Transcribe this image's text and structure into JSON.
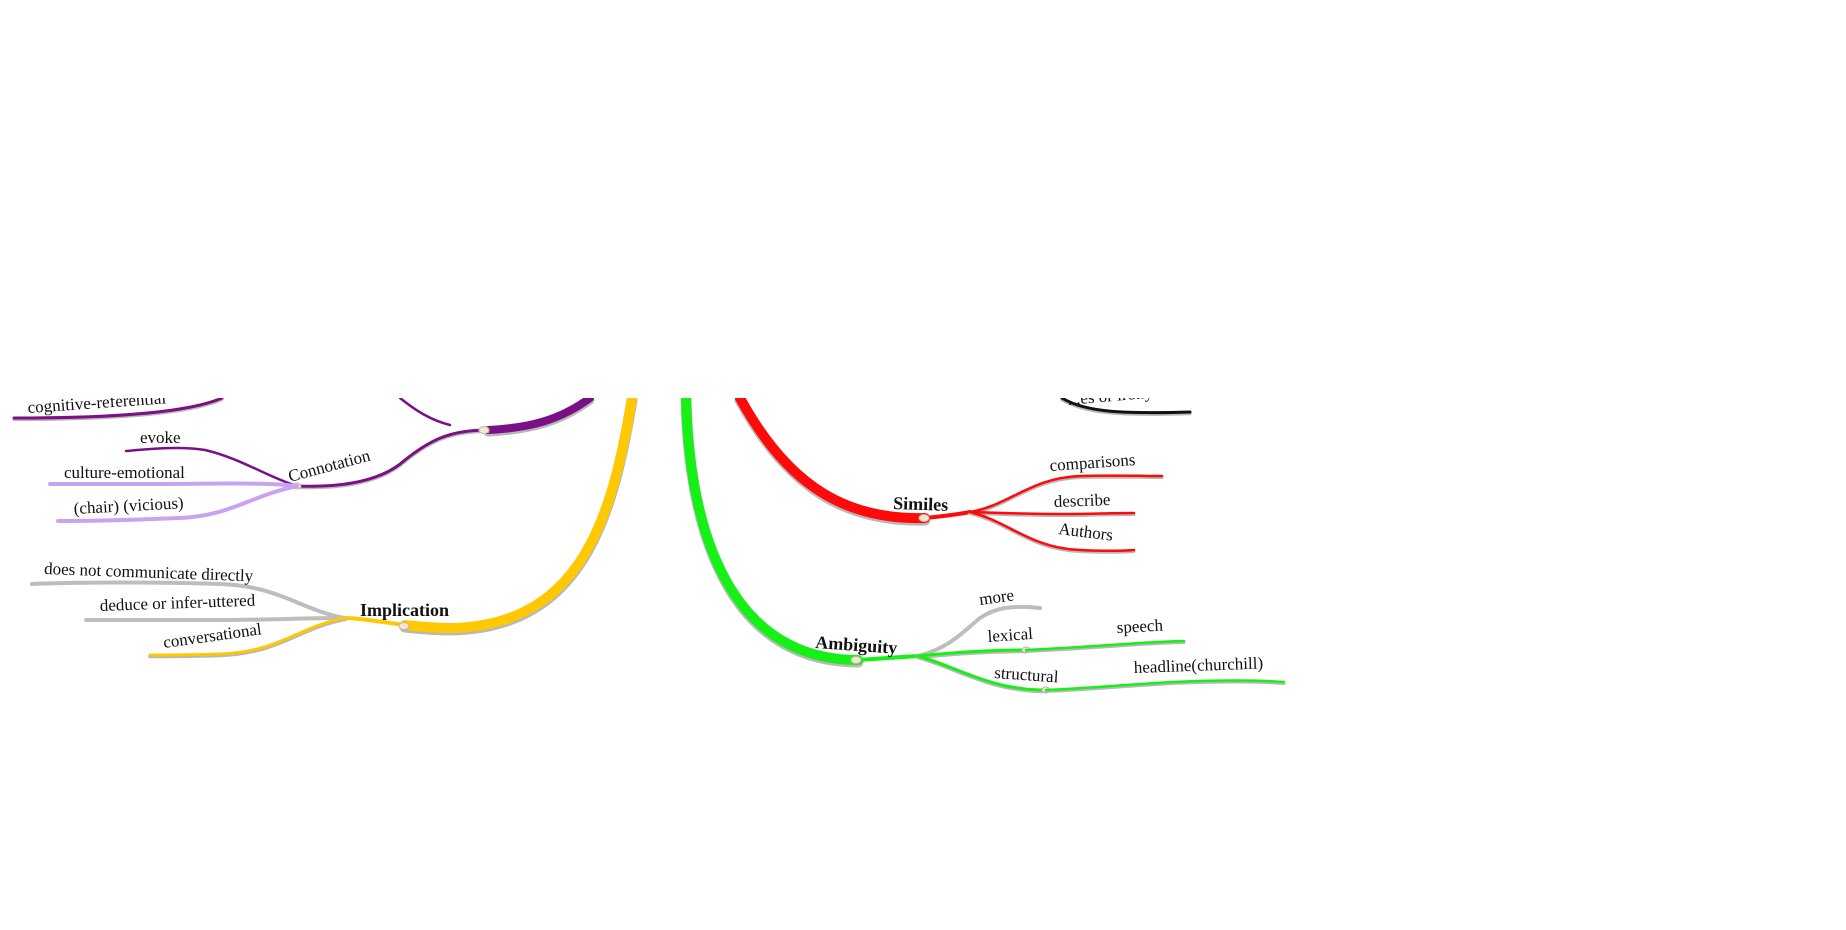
{
  "colors": {
    "purple": "#7a0f86",
    "lavender": "#c9a3f0",
    "gold": "#ffc800",
    "grey": "#bdbdbd",
    "red": "#ff0a0a",
    "green": "#16f016",
    "black": "#111111"
  },
  "left": {
    "connotation": {
      "label": "Connotation",
      "children": [
        "evoke",
        "culture-emotional",
        "(chair) (vicious)"
      ]
    },
    "cut_label": "cognitive-referential",
    "implication": {
      "label": "Implication",
      "children": [
        "does not communicate directly",
        "deduce or infer-uttered",
        "conversational"
      ]
    }
  },
  "right": {
    "cut_label": "...es or irony",
    "similes": {
      "label": "Similes",
      "children": [
        "comparisons",
        "describe",
        "Authors"
      ]
    },
    "ambiguity": {
      "label": "Ambiguity",
      "more": "more",
      "lexical": {
        "label": "lexical",
        "child": "speech"
      },
      "structural": {
        "label": "structural",
        "child": "headline(churchill)"
      }
    }
  }
}
